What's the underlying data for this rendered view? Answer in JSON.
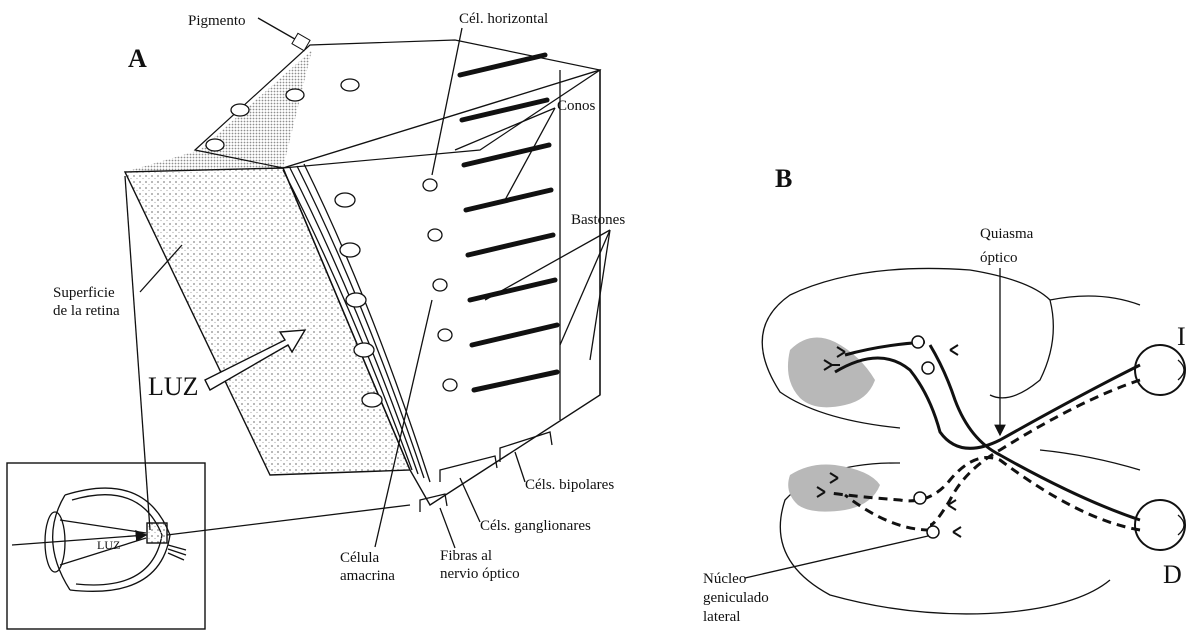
{
  "panel_a": {
    "panel_label": "A",
    "labels": {
      "pigment": "Pigmento",
      "horizontal_cell": "Cél. horizontal",
      "cones": "Conos",
      "rods": "Bastones",
      "retina_surface_1": "Superficie",
      "retina_surface_2": "de la retina",
      "light": "LUZ",
      "bipolar_cells": "Céls. bipolares",
      "ganglion_cells": "Céls. ganglionares",
      "optic_fibers_1": "Fibras al",
      "optic_fibers_2": "nervio óptico",
      "amacrine_1": "Célula",
      "amacrine_2": "amacrina",
      "inset_light": "LUZ"
    }
  },
  "panel_b": {
    "panel_label": "B",
    "labels": {
      "chiasm_1": "Quiasma",
      "chiasm_2": "óptico",
      "left_eye": "I",
      "right_eye": "D",
      "lgn_1": "Núcleo",
      "lgn_2": "geniculado",
      "lgn_3": "lateral"
    }
  },
  "colors": {
    "ink": "#111111",
    "cortex_gray": "#b8b8b8",
    "stipple": "#9a9a9a"
  }
}
